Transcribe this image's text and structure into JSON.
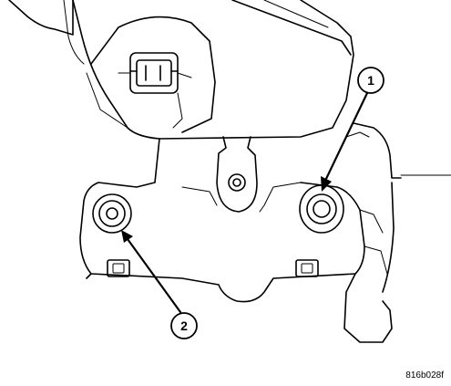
{
  "figure": {
    "code": "816b028f",
    "callouts": [
      {
        "label": "1",
        "target": "fastener-upper-right"
      },
      {
        "label": "2",
        "target": "fastener-left"
      }
    ]
  },
  "colors": {
    "line": "#000000",
    "background": "#ffffff"
  }
}
